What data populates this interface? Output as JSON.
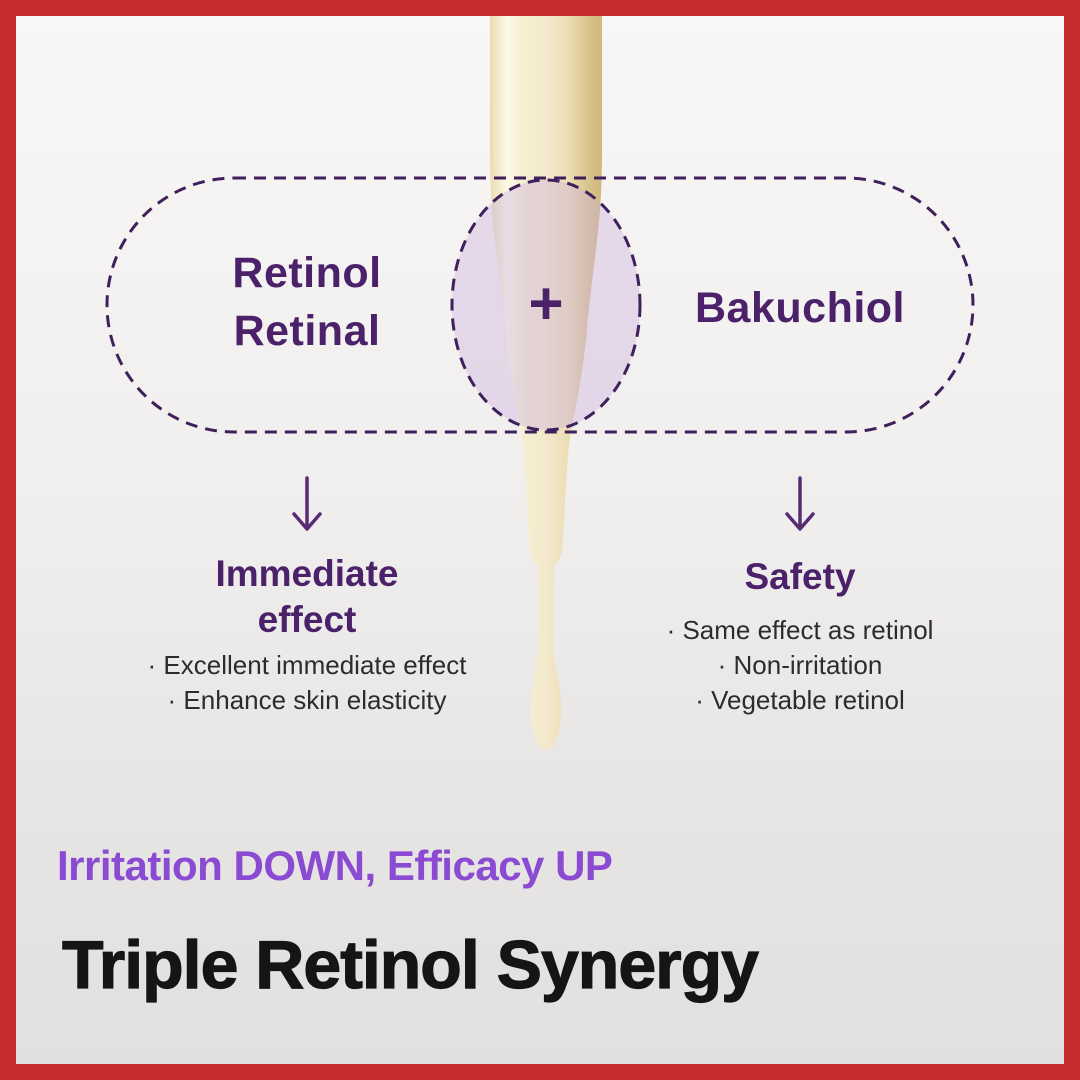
{
  "frame": {
    "border_color": "#c62c2c"
  },
  "venn": {
    "left": {
      "line1": "Retinol",
      "line2": "Retinal"
    },
    "plus": "+",
    "right": {
      "label": "Bakuchiol"
    }
  },
  "columns": {
    "left": {
      "title_line1": "Immediate",
      "title_line2": "effect",
      "bullets": [
        "· Excellent immediate effect",
        "· Enhance skin elasticity"
      ]
    },
    "right": {
      "title": "Safety",
      "bullets": [
        "· Same effect as retinol",
        "· Non-irritation",
        "· Vegetable retinol"
      ]
    }
  },
  "footer": {
    "tagline": "Irritation DOWN, Efficacy UP",
    "headline": "Triple Retinol Synergy"
  },
  "colors": {
    "deep_purple": "#4b2169",
    "dash_purple": "#40205c",
    "arrow_purple": "#5a2a75",
    "bright_purple": "#8a4ad2",
    "overlap_lavender": "#e5d6ea",
    "cream_liquid": "#f2e8cb",
    "body_text": "#2e2b2e",
    "headline_black": "#151515"
  }
}
